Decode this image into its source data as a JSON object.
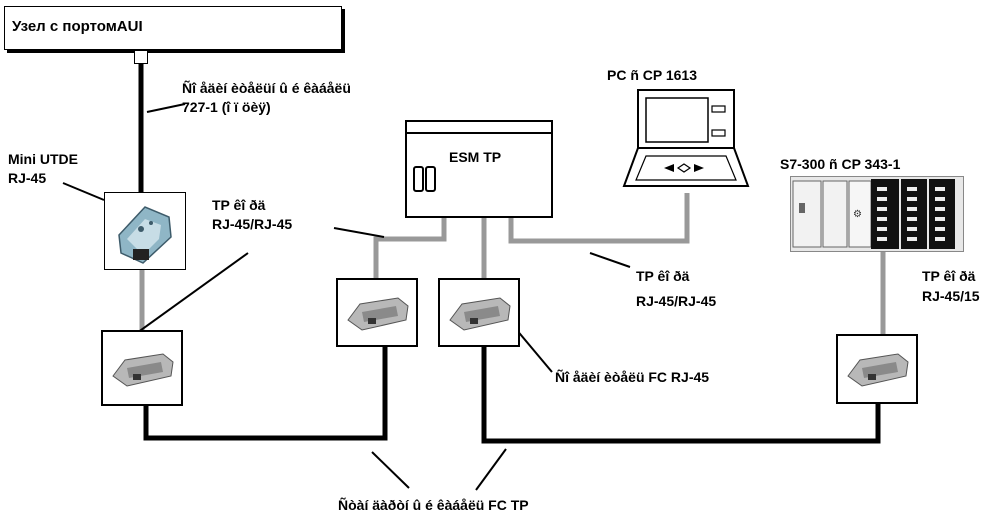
{
  "node_aui": {
    "label": "Узел с портомAUI"
  },
  "aui_cable": {
    "line1": "Ñî åäèí èòåëüí û é êàáåëü",
    "line2": "727-1 (î ï öèÿ)"
  },
  "mini_utde": {
    "line1": "Mini UTDE",
    "line2": "RJ-45"
  },
  "tp_cord_left": {
    "line1": "TP êî ðä",
    "line2": "RJ-45/RJ-45"
  },
  "esm": {
    "label": "ESM TP"
  },
  "pc": {
    "label": "PC ñ CP 1613"
  },
  "tp_cord_pc": {
    "line1": "TP êî ðä",
    "line2": "RJ-45/RJ-45"
  },
  "s7": {
    "label": "S7-300 ñ CP 343-1"
  },
  "tp_cord_s7": {
    "line1": "TP êî ðä",
    "line2": "RJ-45/15"
  },
  "fc_connector": {
    "label": "Ñî åäèí èòåëü FC RJ-45"
  },
  "fc_cable": {
    "label": "Ñòàí äàðòí û é êàáåëü FC TP"
  }
}
